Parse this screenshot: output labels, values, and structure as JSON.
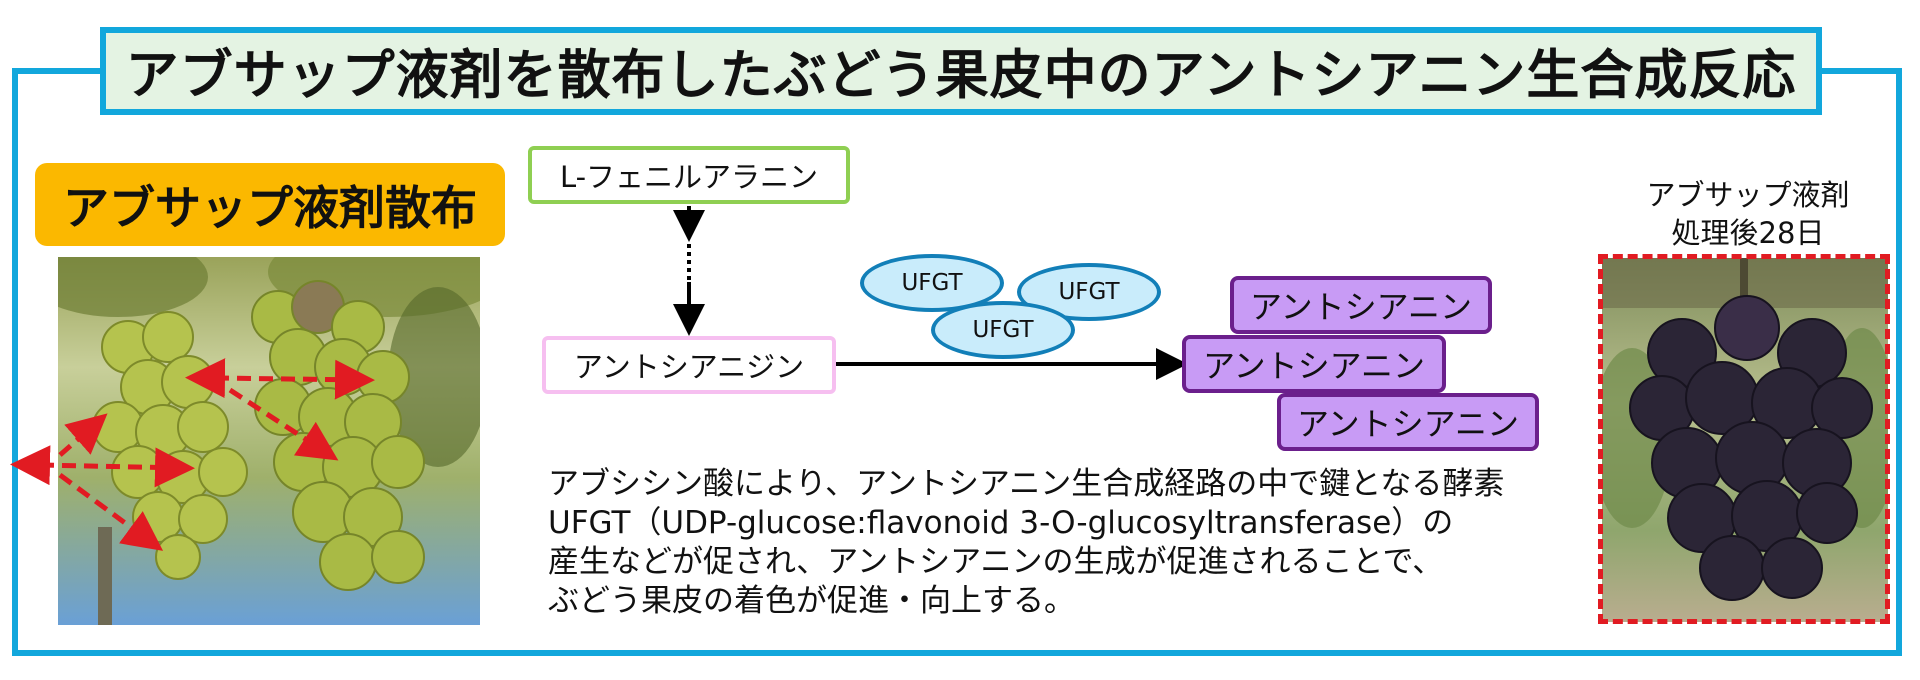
{
  "title": "アブサップ液剤を散布したぶどう果皮中のアントシアニン生合成反応",
  "spray_label": "アブサップ液剤散布",
  "after_caption": {
    "line1": "アブサップ液剤",
    "line2": "処理後28日"
  },
  "pathway": {
    "substrate": "L-フェニルアラニン",
    "intermediate": "アントシアニジン",
    "enzymes": [
      "UFGT",
      "UFGT",
      "UFGT"
    ],
    "products": [
      "アントシアニン",
      "アントシアニン",
      "アントシアニン"
    ]
  },
  "description": [
    "アブシシン酸により、アントシアニン生合成経路の中で鍵となる酵素",
    "UFGT（UDP-glucose:flavonoid 3-O-glucosyltransferase）の",
    "産生などが促され、アントシアニンの生成が促進されることで、",
    "ぶどう果皮の着色が促進・向上する。"
  ],
  "colors": {
    "frame": "#12a7dc",
    "title_bg": "#e4f3e3",
    "spray_label_bg": "#fbb800",
    "substrate_border": "#8fcf52",
    "intermediate_border": "#f6bff0",
    "enzyme_fill": "#c9ecfb",
    "enzyme_border": "#127fb8",
    "product_fill": "#c89bf5",
    "product_border": "#6b1f8c",
    "spray_arrows": "#e11b22"
  }
}
